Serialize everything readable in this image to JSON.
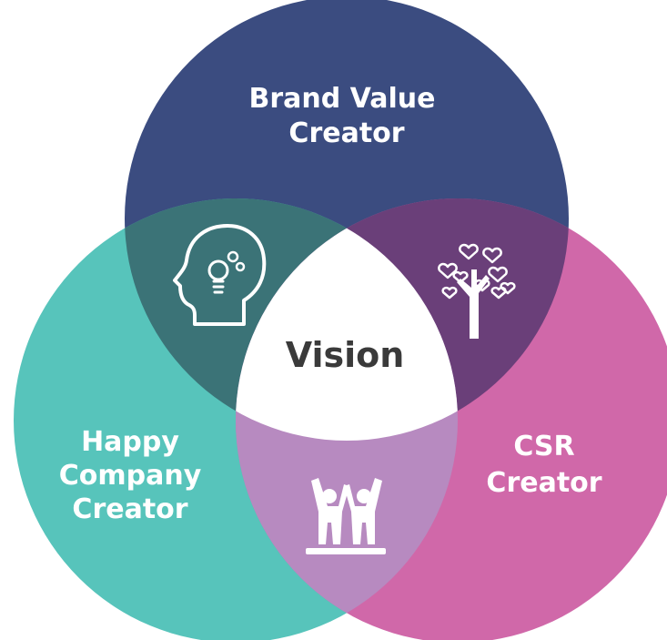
{
  "diagram": {
    "circles": {
      "top": {
        "label_line1": "Brand Value",
        "label_line2": "Creator",
        "color": "#3b4c80"
      },
      "left": {
        "label_line1": "Happy",
        "label_line2": "Company",
        "label_line3": "Creator",
        "color": "#57c4bb"
      },
      "right": {
        "label_line1": "CSR",
        "label_line2": "Creator",
        "color": "#d068a9"
      }
    },
    "overlaps": {
      "top_left": {
        "icon": "head-lightbulb-icon",
        "color": "#3b7377"
      },
      "top_right": {
        "icon": "heart-tree-icon",
        "color": "#6a3f79"
      },
      "left_right": {
        "icon": "raised-hands-people-icon",
        "color": "#b78ac0"
      }
    },
    "center": {
      "label": "Vision",
      "color": "#ffffff"
    }
  }
}
